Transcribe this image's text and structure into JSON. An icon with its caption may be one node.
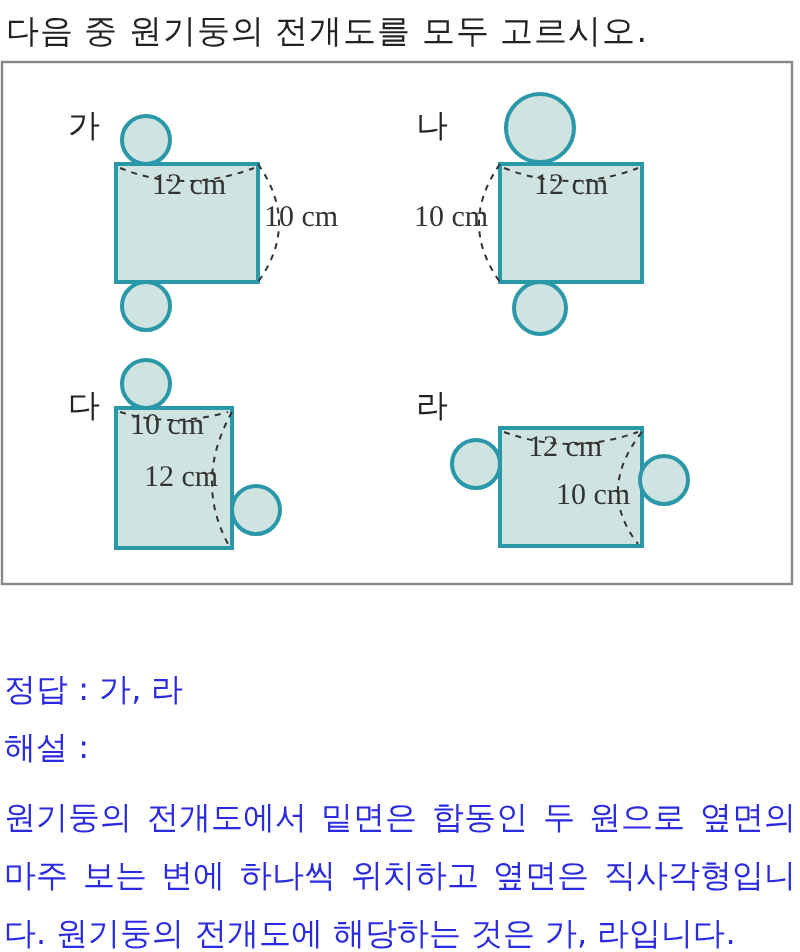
{
  "diagram": {
    "title": "다음 중 원기둥의 전개도를 모두 고르시오.",
    "labels": [
      "가",
      "12 cm",
      "10 cm",
      "나",
      "10 cm",
      "12 cm",
      "다",
      "10 cm",
      "12 cm",
      "라",
      "12 cm",
      "10 cm",
      "정답 : 가, 라",
      "해설 :",
      "원기둥의 전개도에서 밑면은 합동인 두 원으로 옆면의 마주 보는 변에 하나씩 위치하고 옆면은 직사각형입니다. 원기둥의 전개도에 해당하는 것은 가, 라입니다."
    ]
  }
}
